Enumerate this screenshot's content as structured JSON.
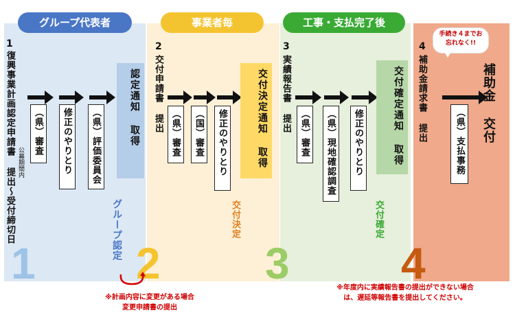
{
  "headers": [
    {
      "label": "グループ代表者",
      "color": "#4a76c6"
    },
    {
      "label": "事業者毎",
      "color": "#f4c430"
    },
    {
      "label": "工事・支払完了後",
      "color": "#3aaa35"
    }
  ],
  "step1": {
    "number": "1",
    "title": "復興事業計画認定申請書 提出〜受付締切日",
    "sub": "公募期間内",
    "boxes": [
      "（県）審査",
      "修正のやりとり",
      "（県）評価委員会"
    ],
    "panel": "認定通知 取得",
    "result": "グループ認定",
    "result_color": "#4a76c6",
    "big_num_color": "#9dc3e6"
  },
  "step2": {
    "number": "2",
    "title": "交付申請書 提出",
    "boxes": [
      "（県）審査",
      "（国）審査",
      "修正のやりとり"
    ],
    "panel": "交付決定通知 取得",
    "result": "交付決定",
    "result_color": "#e08020",
    "big_num_color": "#f4c430"
  },
  "step3": {
    "number": "3",
    "title": "実績報告書 提出",
    "boxes": [
      "（県）審査",
      "（県）現地確認調査",
      "修正のやりとり"
    ],
    "panel": "交付確定通知 取得",
    "result": "交付確定",
    "result_color": "#3aaa35",
    "big_num_color": "#9ccc65"
  },
  "step4": {
    "number": "4",
    "title": "補助金請求書 提出",
    "bubble": "手続き４までお忘れなく!!",
    "box": "（県）支払事務",
    "final": "補助金 交付",
    "big_num_color": "#c55a11"
  },
  "big_numbers": [
    "1",
    "2",
    "3",
    "4"
  ],
  "note1": {
    "line1": "※計画内容に変更がある場合",
    "line2": "変更申請書の提出"
  },
  "note2": {
    "line1": "※年度内に実績報告書の提出ができない場合",
    "line2": "は、遅延等報告書を提出してください。"
  }
}
